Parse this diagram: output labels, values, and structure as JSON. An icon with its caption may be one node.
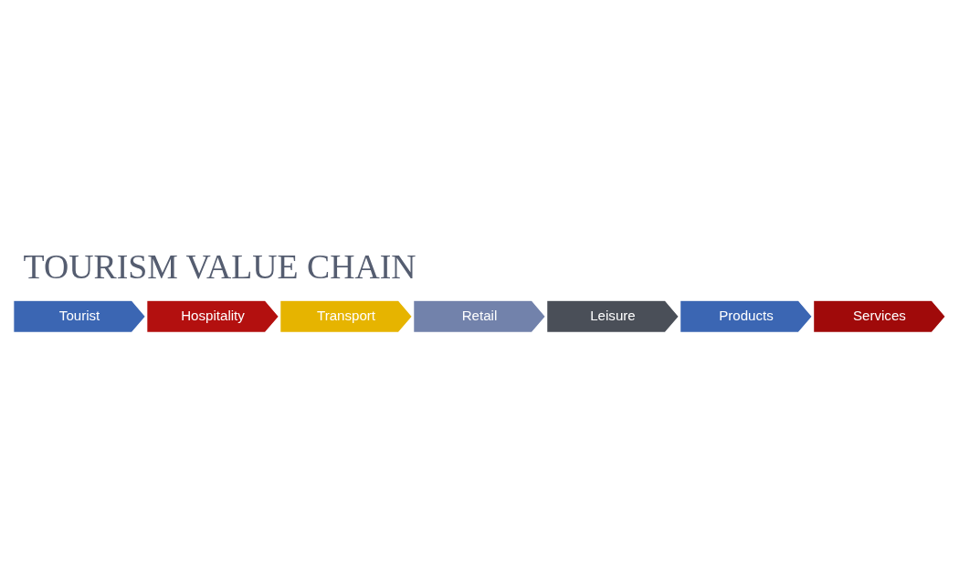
{
  "diagram": {
    "title": "TOURISM VALUE CHAIN",
    "nodes": [
      {
        "text": [
          "Tourist"
        ]
      },
      {
        "text": [
          "Hospitality"
        ]
      },
      {
        "text": [
          "Transport"
        ]
      },
      {
        "text": [
          "Retail"
        ]
      },
      {
        "text": [
          "Leisure"
        ]
      },
      {
        "text": [
          "Products"
        ]
      },
      {
        "text": [
          "Services"
        ]
      }
    ]
  }
}
